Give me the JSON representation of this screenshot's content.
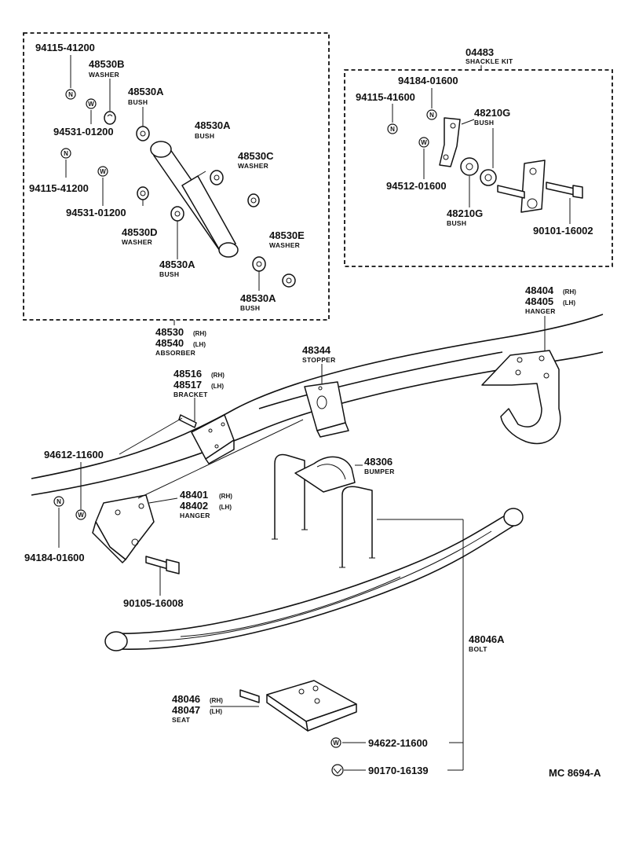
{
  "callouts": {
    "p_94115_41200_a": "94115-41200",
    "p_48530b": "48530B",
    "d_washer_b": "WASHER",
    "p_48530a_1": "48530A",
    "d_bush_1": "BUSH",
    "p_94531_01200_a": "94531-01200",
    "p_48530a_2": "48530A",
    "d_bush_2": "BUSH",
    "p_48530c": "48530C",
    "d_washer_c": "WASHER",
    "p_94115_41200_b": "94115-41200",
    "p_94531_01200_b": "94531-01200",
    "p_48530d": "48530D",
    "d_washer_d": "WASHER",
    "p_48530e": "48530E",
    "d_washer_e": "WASHER",
    "p_48530a_3": "48530A",
    "d_bush_3": "BUSH",
    "p_48530a_4": "48530A",
    "d_bush_4": "BUSH",
    "p_04483": "04483",
    "d_shackle_kit": "SHACKLE KIT",
    "p_94184_01600_a": "94184-01600",
    "p_94115_41600": "94115-41600",
    "p_48210g_1": "48210G",
    "d_bush_5": "BUSH",
    "p_94512_01600": "94512-01600",
    "p_48210g_2": "48210G",
    "d_bush_6": "BUSH",
    "p_90101_16002": "90101-16002",
    "p_48530": "48530",
    "s_rh_1": "(RH)",
    "p_48540": "48540",
    "s_lh_1": "(LH)",
    "d_absorber": "ABSORBER",
    "p_48404": "48404",
    "s_rh_2": "(RH)",
    "p_48405": "48405",
    "s_lh_2": "(LH)",
    "d_hanger_1": "HANGER",
    "p_48344": "48344",
    "d_stopper": "STOPPER",
    "p_48516": "48516",
    "s_rh_3": "(RH)",
    "p_48517": "48517",
    "s_lh_3": "(LH)",
    "d_bracket": "BRACKET",
    "p_94612_11600": "94612-11600",
    "p_48306": "48306",
    "d_bumper": "BUMPER",
    "p_48401": "48401",
    "s_rh_4": "(RH)",
    "p_48402": "48402",
    "s_lh_4": "(LH)",
    "d_hanger_2": "HANGER",
    "p_94184_01600_b": "94184-01600",
    "p_90105_16008": "90105-16008",
    "p_48046a": "48046A",
    "d_bolt": "BOLT",
    "p_48046": "48046",
    "s_rh_5": "(RH)",
    "p_48047": "48047",
    "s_lh_5": "(LH)",
    "d_seat": "SEAT",
    "p_94622_11600": "94622-11600",
    "p_90170_16139": "90170-16139",
    "ref_code": "MC 8694-A"
  },
  "markers": {
    "n": "N",
    "w": "W"
  },
  "colors": {
    "ink": "#111111",
    "paper": "#ffffff"
  }
}
